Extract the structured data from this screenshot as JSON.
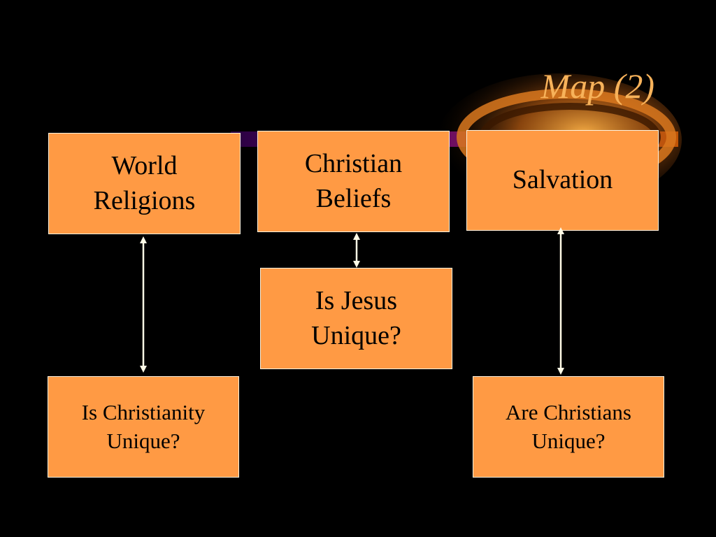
{
  "title": "Map (2)",
  "colors": {
    "background": "#000000",
    "box_fill": "#ff9a44",
    "box_border": "#fff3e0",
    "title": "#f7b25a",
    "arrow": "#fffbe6"
  },
  "boxes": {
    "world_religions": {
      "line1": "World",
      "line2": "Religions"
    },
    "christian_beliefs": {
      "line1": "Christian",
      "line2": "Beliefs"
    },
    "salvation": {
      "line1": "Salvation"
    },
    "is_jesus_unique": {
      "line1": "Is Jesus",
      "line2": "Unique?"
    },
    "is_christianity_unique": {
      "line1": "Is Christianity",
      "line2": "Unique?"
    },
    "are_christians_unique": {
      "line1": "Are Christians",
      "line2": "Unique?"
    }
  },
  "connections": [
    {
      "from": "world_religions",
      "to": "is_christianity_unique",
      "type": "double-arrow"
    },
    {
      "from": "christian_beliefs",
      "to": "is_jesus_unique",
      "type": "double-arrow"
    },
    {
      "from": "salvation",
      "to": "are_christians_unique",
      "type": "double-arrow"
    }
  ]
}
